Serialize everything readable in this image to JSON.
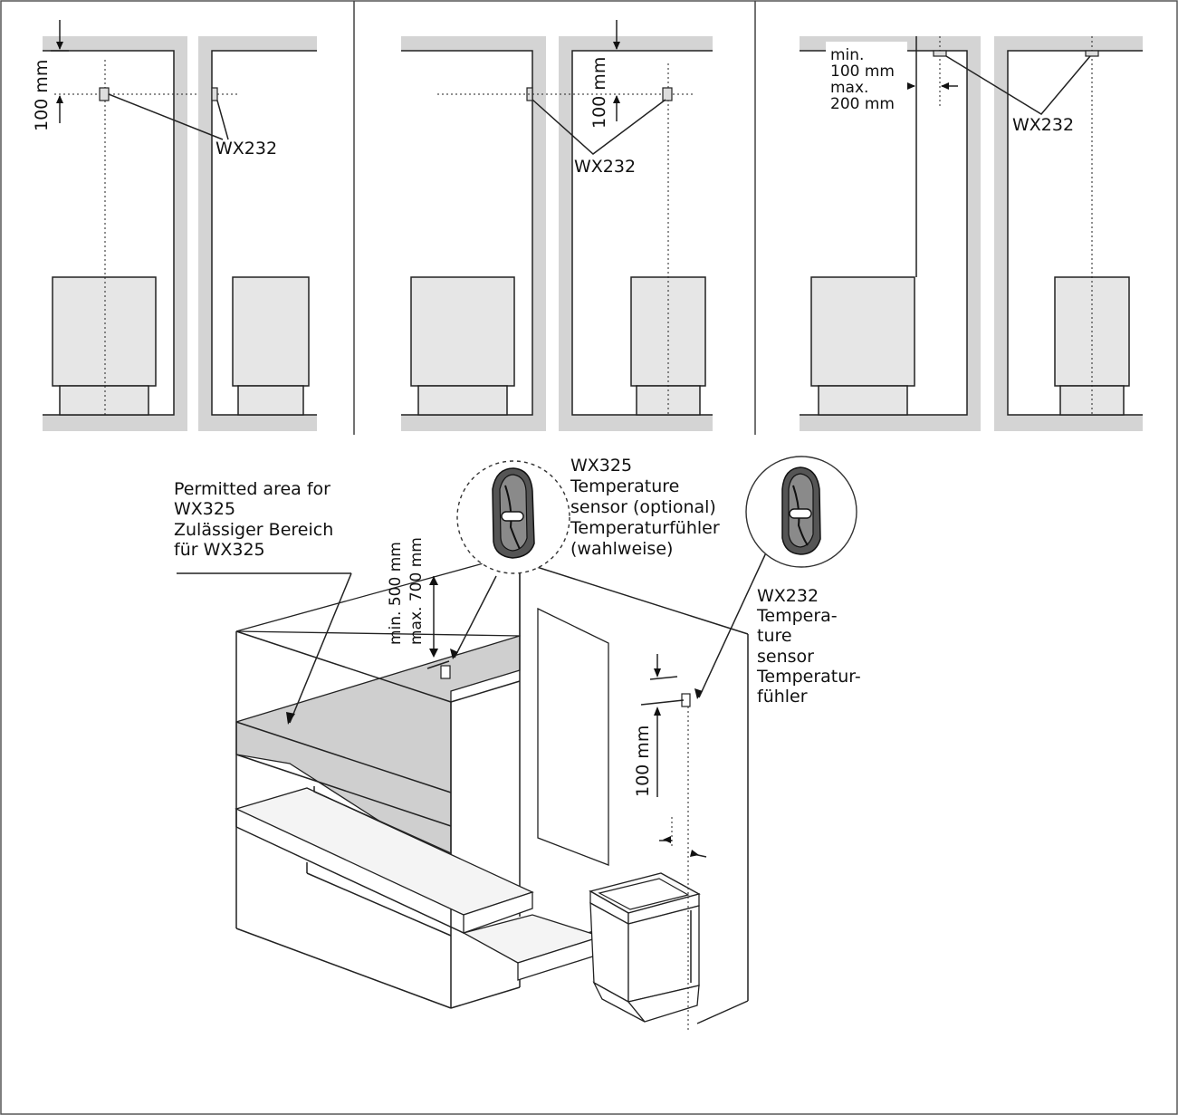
{
  "top": {
    "panel1": {
      "dim": "100 mm",
      "sensor": "WX232"
    },
    "panel2": {
      "dim": "100 mm",
      "sensor": "WX232"
    },
    "panel3": {
      "min_label": "min.",
      "min_value": "100 mm",
      "max_label": "max.",
      "max_value": "200 mm",
      "sensor": "WX232"
    }
  },
  "bottom": {
    "permitted_area": [
      "Permitted area for",
      "WX325",
      "Zulässiger Bereich",
      "für WX325"
    ],
    "wx325": [
      "WX325",
      "Temperature",
      "sensor (optional)",
      "Temperaturfühler",
      "(wahlweise)"
    ],
    "wx232": [
      "WX232",
      "Tempera-",
      "ture",
      "sensor",
      "Temperatur-",
      "fühler"
    ],
    "height_min": "min. 500 mm",
    "height_max": "max. 700 mm",
    "dim_100": "100 mm"
  }
}
